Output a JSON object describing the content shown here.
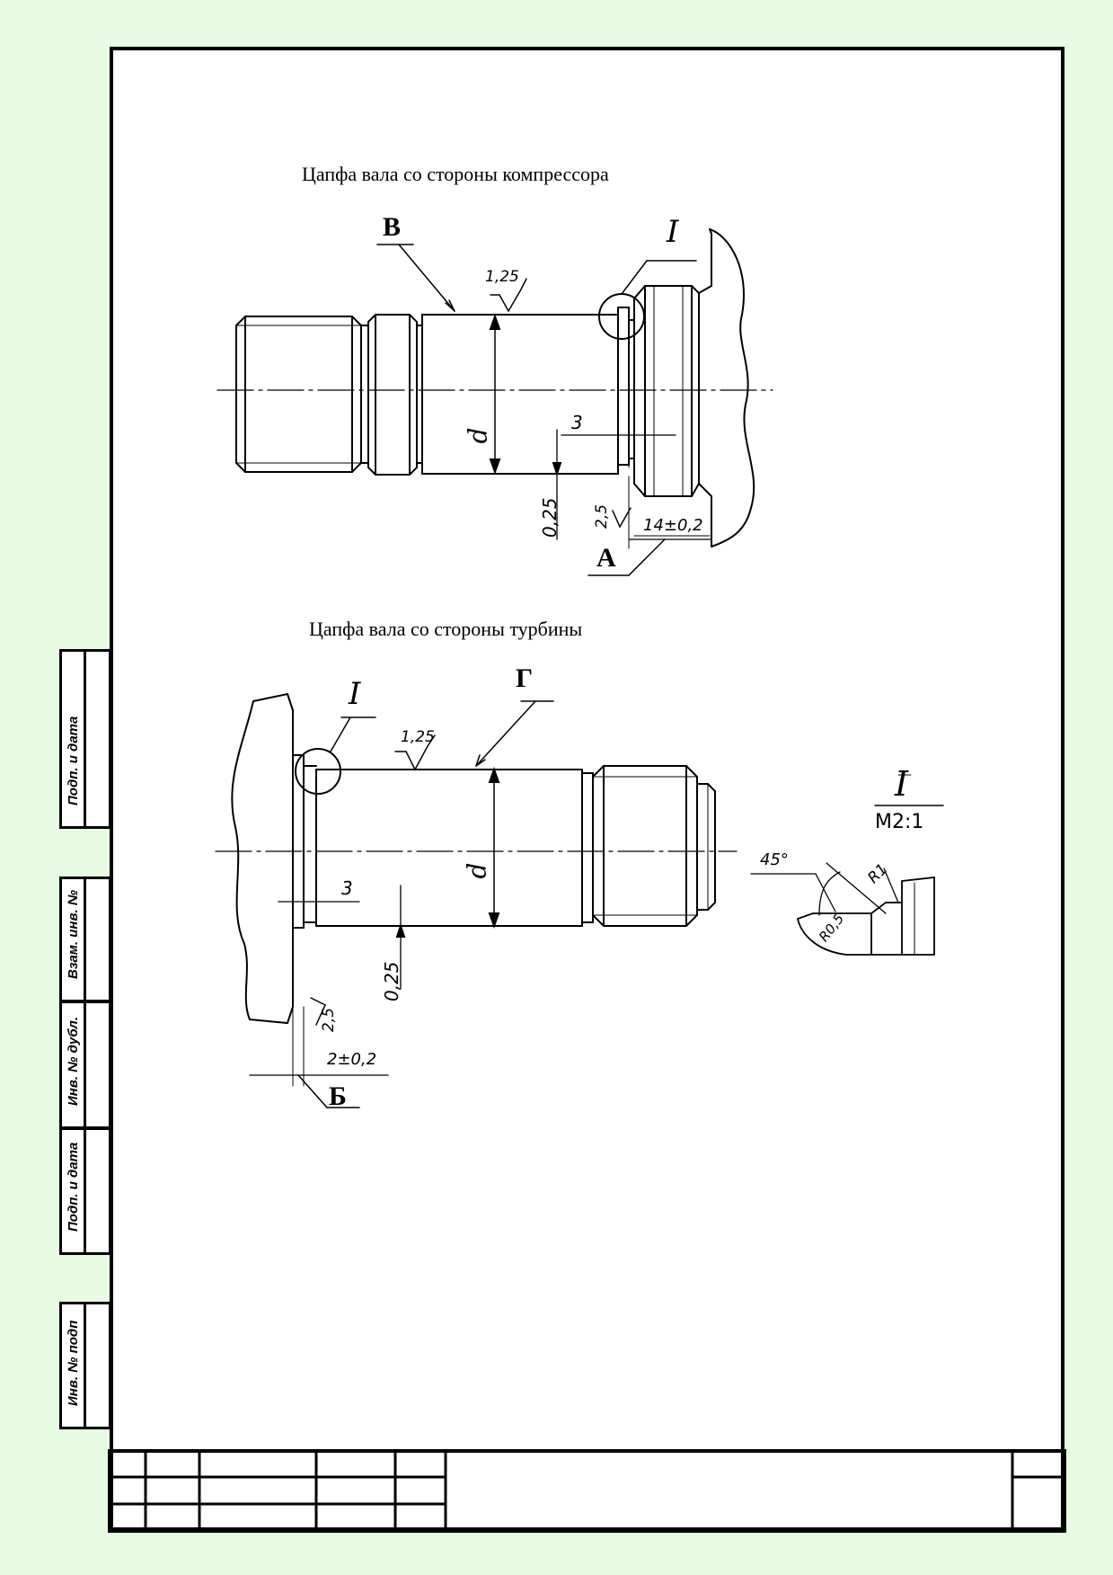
{
  "drawing": {
    "top_view_title": "Цапфа вала со стороны компрессора",
    "bottom_view_title": "Цапфа вала со стороны турбины",
    "top": {
      "letter_v": "В",
      "letter_a": "А",
      "detail_mark": "I",
      "roughness_main": "1,25",
      "roughness_face": "2,5",
      "dim_diameter": "d",
      "dim_width": "3",
      "dim_depth": "0,25",
      "dim_length": "14±0,2"
    },
    "bottom": {
      "letter_g": "Г",
      "letter_b": "Б",
      "detail_mark": "I",
      "roughness_main": "1,25",
      "roughness_face": "2,5",
      "dim_diameter": "d",
      "dim_width": "3",
      "dim_depth": "0,25",
      "dim_length": "2±0,2"
    },
    "detail": {
      "mark": "I",
      "scale": "М2:1",
      "angle": "45°",
      "radius_outer": "R1",
      "radius_inner": "R0,5"
    }
  },
  "side_strip": {
    "labels": [
      "Подп. и дата",
      "Взам. инв. №",
      "Инв. № дубл.",
      "Подп. и дата",
      "Инв. № подп"
    ]
  }
}
